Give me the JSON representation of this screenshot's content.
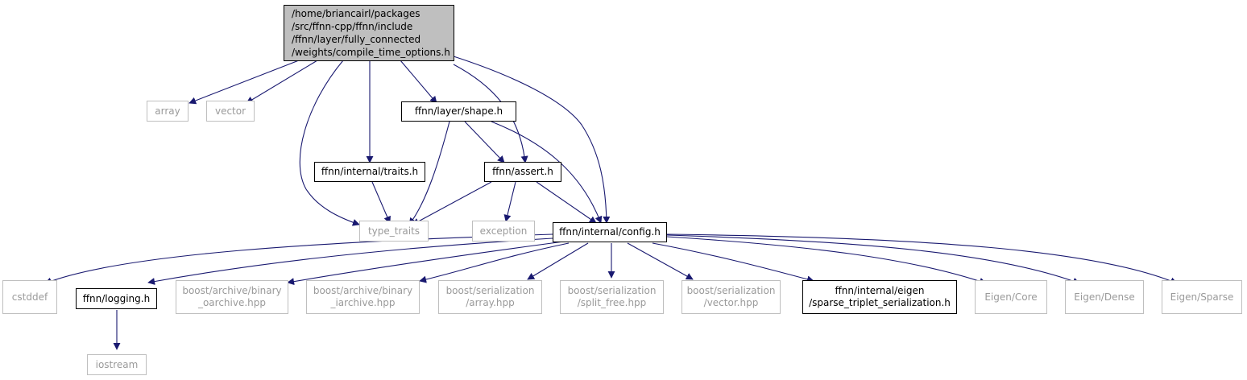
{
  "colors": {
    "edge": "#191970",
    "root_fill": "#bfbfbf",
    "documented_border": "#000000",
    "external_border": "#bfbfbf",
    "external_text": "#9a9a9a"
  },
  "nodes": {
    "root": {
      "lines": [
        "/home/briancairl/packages",
        "/src/ffnn-cpp/ffnn/include",
        "/ffnn/layer/fully_connected",
        "/weights/compile_time_options.h"
      ]
    },
    "array": {
      "label": "array"
    },
    "vector": {
      "label": "vector"
    },
    "layer_shape": {
      "label": "ffnn/layer/shape.h"
    },
    "internal_traits": {
      "label": "ffnn/internal/traits.h"
    },
    "assert": {
      "label": "ffnn/assert.h"
    },
    "type_traits": {
      "label": "type_traits"
    },
    "exception": {
      "label": "exception"
    },
    "config": {
      "label": "ffnn/internal/config.h"
    },
    "cstddef": {
      "label": "cstddef"
    },
    "logging": {
      "label": "ffnn/logging.h"
    },
    "binary_oarchive": {
      "lines": [
        "boost/archive/binary",
        "_oarchive.hpp"
      ]
    },
    "binary_iarchive": {
      "lines": [
        "boost/archive/binary",
        "_iarchive.hpp"
      ]
    },
    "ser_array": {
      "lines": [
        "boost/serialization",
        "/array.hpp"
      ]
    },
    "ser_split_free": {
      "lines": [
        "boost/serialization",
        "/split_free.hpp"
      ]
    },
    "ser_vector": {
      "lines": [
        "boost/serialization",
        "/vector.hpp"
      ]
    },
    "eigen_triplet": {
      "lines": [
        "ffnn/internal/eigen",
        "/sparse_triplet_serialization.h"
      ]
    },
    "eigen_core": {
      "label": "Eigen/Core"
    },
    "eigen_dense": {
      "label": "Eigen/Dense"
    },
    "eigen_sparse": {
      "label": "Eigen/Sparse"
    },
    "iostream": {
      "label": "iostream"
    }
  },
  "edges": [
    [
      "root",
      "array"
    ],
    [
      "root",
      "vector"
    ],
    [
      "root",
      "type_traits"
    ],
    [
      "root",
      "internal_traits"
    ],
    [
      "root",
      "layer_shape"
    ],
    [
      "root",
      "assert"
    ],
    [
      "root",
      "config"
    ],
    [
      "layer_shape",
      "type_traits"
    ],
    [
      "layer_shape",
      "assert"
    ],
    [
      "layer_shape",
      "config"
    ],
    [
      "internal_traits",
      "type_traits"
    ],
    [
      "assert",
      "type_traits"
    ],
    [
      "assert",
      "exception"
    ],
    [
      "assert",
      "config"
    ],
    [
      "config",
      "cstddef"
    ],
    [
      "config",
      "logging"
    ],
    [
      "config",
      "binary_oarchive"
    ],
    [
      "config",
      "binary_iarchive"
    ],
    [
      "config",
      "ser_array"
    ],
    [
      "config",
      "ser_split_free"
    ],
    [
      "config",
      "ser_vector"
    ],
    [
      "config",
      "eigen_triplet"
    ],
    [
      "config",
      "eigen_core"
    ],
    [
      "config",
      "eigen_dense"
    ],
    [
      "config",
      "eigen_sparse"
    ],
    [
      "logging",
      "iostream"
    ]
  ]
}
